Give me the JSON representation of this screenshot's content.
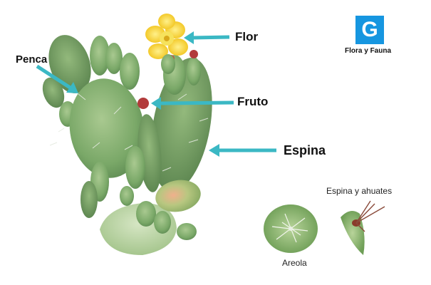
{
  "labels": {
    "flor": "Flor",
    "penca": "Penca",
    "fruto": "Fruto",
    "espina": "Espina"
  },
  "captions": {
    "espina_ahuates": "Espina y ahuates",
    "areola": "Areola"
  },
  "brand": {
    "letter": "G",
    "name": "Flora y Fauna",
    "color": "#1696e0"
  },
  "colors": {
    "arrow": "#3bb8c4",
    "cactus_green": "#7aa868",
    "flower_yellow": "#f5d23a"
  }
}
